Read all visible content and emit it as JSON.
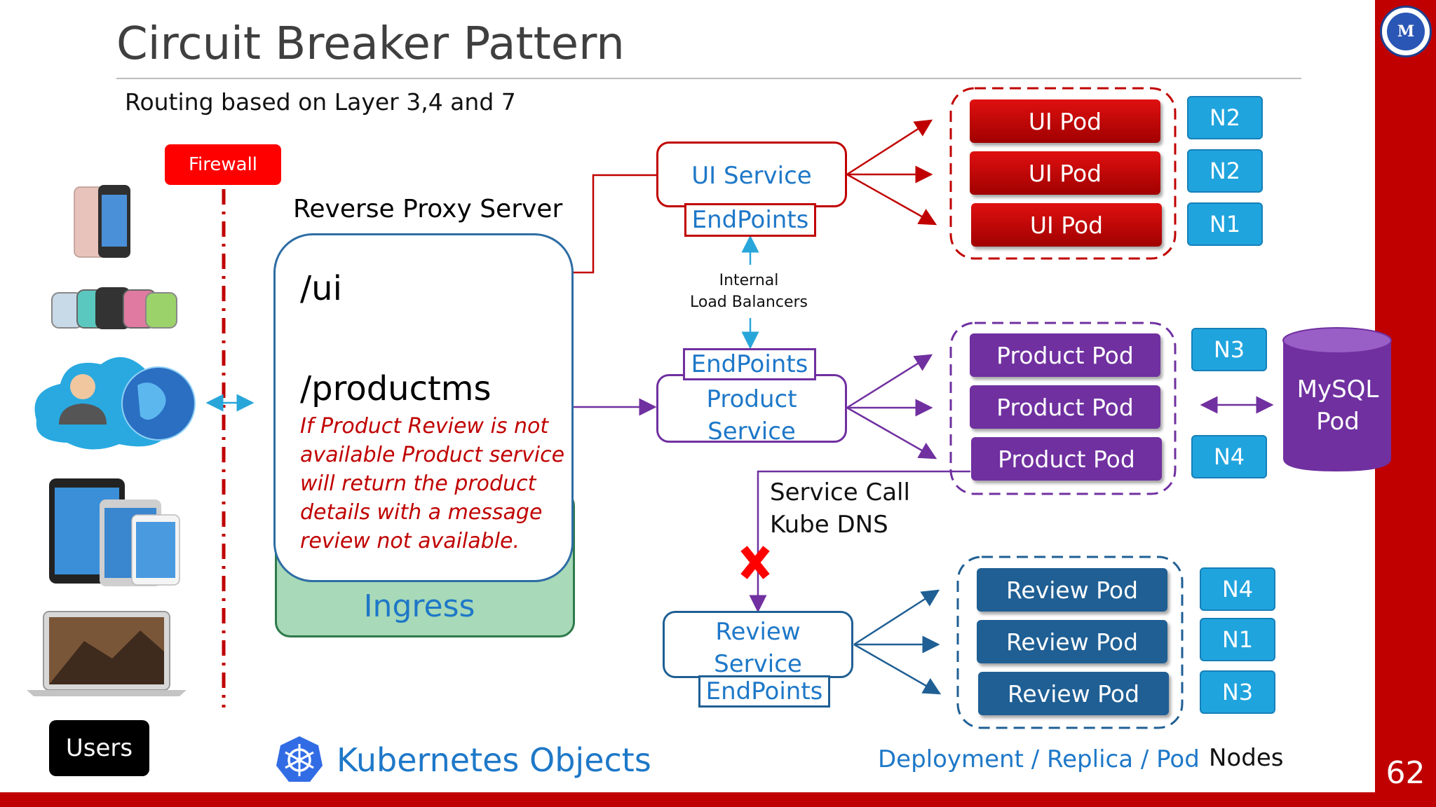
{
  "slide": {
    "title": "Circuit Breaker Pattern",
    "subtitle": "Routing based on Layer 3,4 and 7",
    "page_number": "62",
    "logo_letter": "M"
  },
  "left": {
    "firewall_label": "Firewall",
    "users_label": "Users"
  },
  "proxy": {
    "label": "Reverse Proxy Server",
    "route_ui": "/ui",
    "route_productms": "/productms",
    "note": "If Product Review is not available Product service will return the product details with a message review not available.",
    "ingress_label": "Ingress"
  },
  "services": {
    "ui_service": "UI Service",
    "endpoints_label": "EndPoints",
    "internal_lb_line1": "Internal",
    "internal_lb_line2": "Load Balancers",
    "product_service_line1": "Product",
    "product_service_line2": "Service",
    "review_service_line1": "Review",
    "review_service_line2": "Service",
    "service_call_line1": "Service Call",
    "service_call_line2": "Kube DNS"
  },
  "pods": {
    "ui": [
      "UI Pod",
      "UI Pod",
      "UI Pod"
    ],
    "product": [
      "Product Pod",
      "Product Pod",
      "Product Pod"
    ],
    "review": [
      "Review Pod",
      "Review Pod",
      "Review Pod"
    ]
  },
  "nodes": {
    "ui": [
      "N2",
      "N2",
      "N1"
    ],
    "product": [
      "N3",
      "N4"
    ],
    "review": [
      "N4",
      "N1",
      "N3"
    ]
  },
  "mysql": {
    "line1": "MySQL",
    "line2": "Pod"
  },
  "footer": {
    "kubernetes_objects": "Kubernetes Objects",
    "deployment_replica_pod": "Deployment / Replica / Pod",
    "nodes_label": "Nodes"
  },
  "colors": {
    "accent_red": "#c00000",
    "firewall_red": "#ff0000",
    "k8s_blue": "#1e78c8",
    "product_purple": "#7030a0",
    "review_blue": "#1f5f94",
    "node_cyan": "#20a4de",
    "ingress_green": "#a8d9b8"
  }
}
